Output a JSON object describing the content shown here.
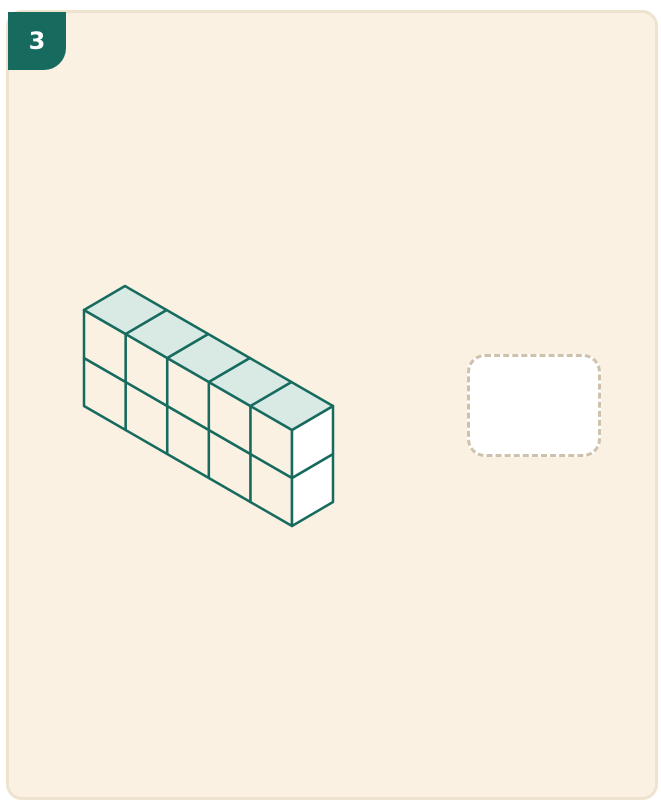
{
  "question": {
    "number": "3"
  },
  "figure": {
    "blocks_long": 5,
    "blocks_high": 2,
    "stroke_color": "#176B5E",
    "top_fill": "#D9EAE5",
    "side_fill": "#FAF1E3",
    "front_fill": "#FFFFFF"
  },
  "answer": {
    "value": ""
  }
}
